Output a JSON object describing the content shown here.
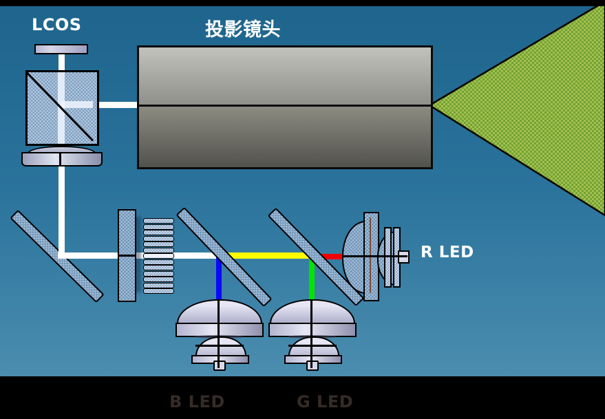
{
  "diagram": {
    "labels": {
      "lcos": "LCOS",
      "projection_lens": "投影镜头",
      "r_led": "R LED",
      "b_led": "B LED",
      "g_led": "G LED"
    },
    "components": [
      "LCOS panel",
      "polarizing beam splitter cube",
      "relay lens",
      "fold mirror",
      "field lens",
      "fly-eye lens array",
      "dichroic mirror 1",
      "dichroic mirror 2",
      "projection lens barrel",
      "projected light cone",
      "B LED collimator",
      "G LED collimator",
      "R LED collimator"
    ],
    "beams": [
      {
        "name": "white-vertical-lcos",
        "color": "#ffffff",
        "path": "LCOS panel down through PBS cube and relay lens to fold mirror"
      },
      {
        "name": "white-horizontal-main",
        "color": "#ffffff",
        "path": "fold mirror through field lens and fly-eye array to dichroic mirror 1"
      },
      {
        "name": "white-cube-to-barrel",
        "color": "#ffffff",
        "path": "PBS cube to projection lens"
      },
      {
        "name": "blue",
        "color": "#0a0af8",
        "path": "dichroic mirror 1 down to B LED"
      },
      {
        "name": "yellow",
        "color": "#ffff00",
        "path": "dichroic mirror 1 to dichroic mirror 2"
      },
      {
        "name": "green",
        "color": "#00e400",
        "path": "dichroic mirror 2 down to G LED"
      },
      {
        "name": "red",
        "color": "#f20000",
        "path": "dichroic mirror 2 to R LED"
      }
    ],
    "fly_eye": {
      "bar_count": 13,
      "bright_bar_index": 6
    },
    "colors": {
      "background_top": "#1e648c",
      "background_mid": "#2a739c",
      "background_bottom": "#5293b3",
      "bar_black": "#000000",
      "outline": "#000000",
      "beam_white": "#ffffff",
      "beam_blue": "#0a0af8",
      "beam_green": "#00e400",
      "beam_yellow": "#ffff00",
      "beam_red": "#f20000",
      "cone_dark": "#74a135",
      "cone_light": "#a2c14e",
      "glass": "#7da4c8",
      "glass_light": "#a9c2dc",
      "cube_fill": "#8fb0d2",
      "metal_light": "#c2c2bc",
      "metal_dark": "#53534d",
      "dome_light": "#e6e6f4",
      "dome_mid": "#b4b4d0",
      "dome_dark": "#9090ae",
      "label_white": "#ffffff",
      "label_dark": "#352b27"
    }
  }
}
